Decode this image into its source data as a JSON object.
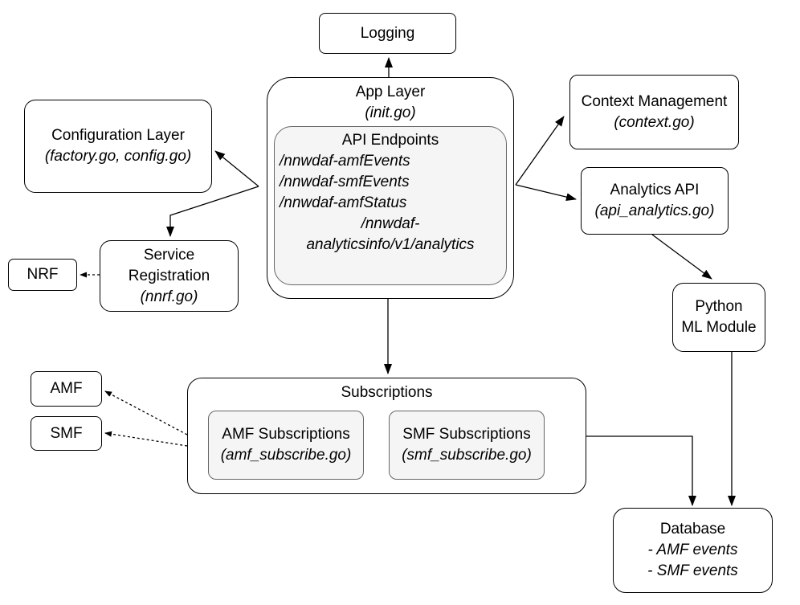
{
  "nodes": {
    "logging": {
      "label": "Logging"
    },
    "app_layer": {
      "title": "App Layer",
      "subtitle": "(init.go)"
    },
    "api_endpoints": {
      "title": "API Endpoints",
      "lines": [
        "/nnwdaf-amfEvents",
        "/nnwdaf-smfEvents",
        "/nnwdaf-amfStatus",
        "/nnwdaf-",
        "analyticsinfo/v1/analytics"
      ]
    },
    "config_layer": {
      "title": "Configuration Layer",
      "subtitle": "(factory.go, config.go)"
    },
    "context_management": {
      "title": "Context Management",
      "subtitle": "(context.go)"
    },
    "analytics_api": {
      "title": "Analytics API",
      "subtitle": "(api_analytics.go)"
    },
    "service_registration": {
      "title": "Service Registration",
      "subtitle": "(nnrf.go)"
    },
    "nrf": {
      "label": "NRF"
    },
    "python_ml": {
      "lines": [
        "Python",
        "ML Module"
      ]
    },
    "subscriptions": {
      "title": "Subscriptions"
    },
    "amf_subscriptions": {
      "title": "AMF Subscriptions",
      "subtitle": "(amf_subscribe.go)"
    },
    "smf_subscriptions": {
      "title": "SMF Subscriptions",
      "subtitle": "(smf_subscribe.go)"
    },
    "amf": {
      "label": "AMF"
    },
    "smf": {
      "label": "SMF"
    },
    "database": {
      "title": "Database",
      "items": [
        "- AMF events",
        "- SMF events"
      ]
    }
  },
  "colors": {
    "node_fill": "#ffffff",
    "inner_fill": "#f5f5f5",
    "stroke": "#000000",
    "inner_stroke": "#666666"
  }
}
